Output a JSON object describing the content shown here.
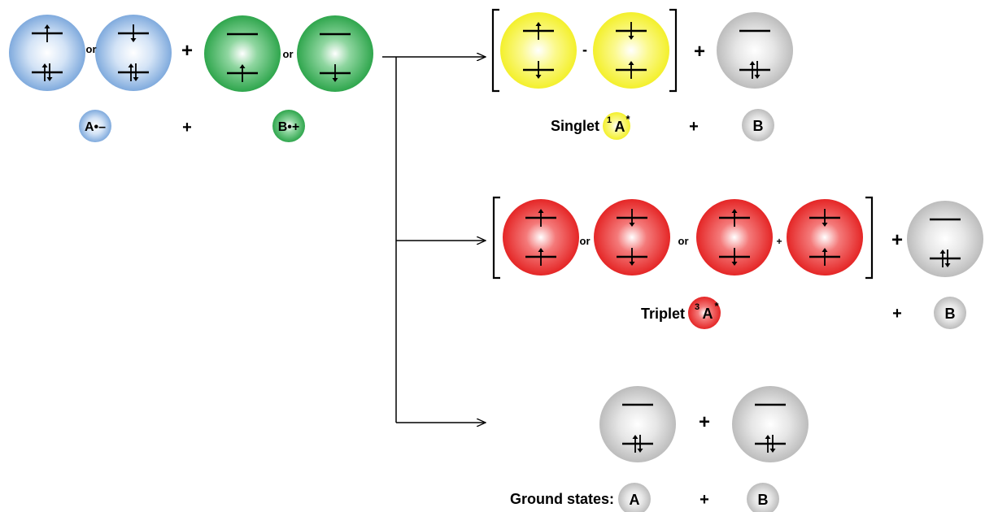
{
  "reactants": {
    "anion_label": "A•–",
    "cation_label": "B•+",
    "or_1": "or",
    "or_2": "or",
    "plus_top": "+",
    "plus_bottom": "+"
  },
  "singlet": {
    "minus": "-",
    "plus_orbital": "+",
    "plus_label": "+",
    "label": "Singlet",
    "state_sup": "1",
    "state_letter": "A",
    "state_star": "*",
    "partner": "B"
  },
  "triplet": {
    "or_1": "or",
    "or_2": "or",
    "plus_small": "+",
    "plus_orbital": "+",
    "plus_label": "+",
    "label": "Triplet",
    "state_sup": "3",
    "state_letter": "A",
    "state_star": "*",
    "partner": "B"
  },
  "ground": {
    "plus_orbital": "+",
    "plus_label": "+",
    "label": "Ground states:",
    "a": "A",
    "b": "B"
  },
  "colors": {
    "blue": "#6f9fd8",
    "green": "#1f9e3f",
    "yellow": "#f2ee1a",
    "red": "#e21818",
    "gray": "#b4b4b4"
  }
}
